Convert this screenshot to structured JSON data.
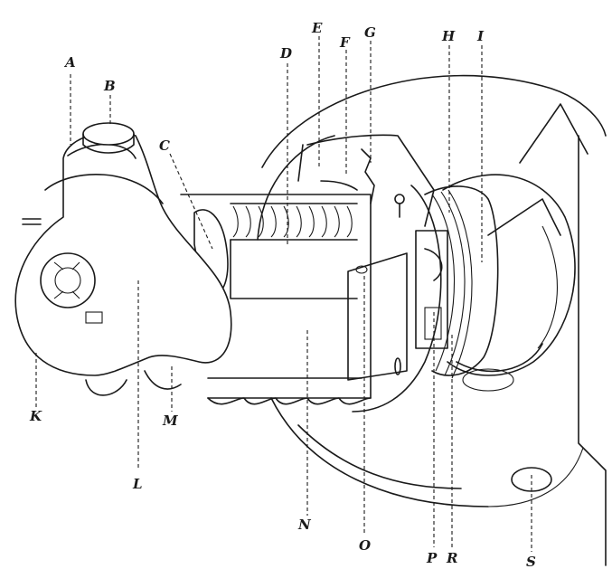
{
  "diagram": {
    "labels": {
      "A": "A",
      "B": "B",
      "C": "C",
      "D": "D",
      "E": "E",
      "F": "F",
      "G": "G",
      "H": "H",
      "I": "I",
      "K": "K",
      "L": "L",
      "M": "M",
      "N": "N",
      "O": "O",
      "P": "P",
      "R": "R",
      "S": "S"
    }
  }
}
